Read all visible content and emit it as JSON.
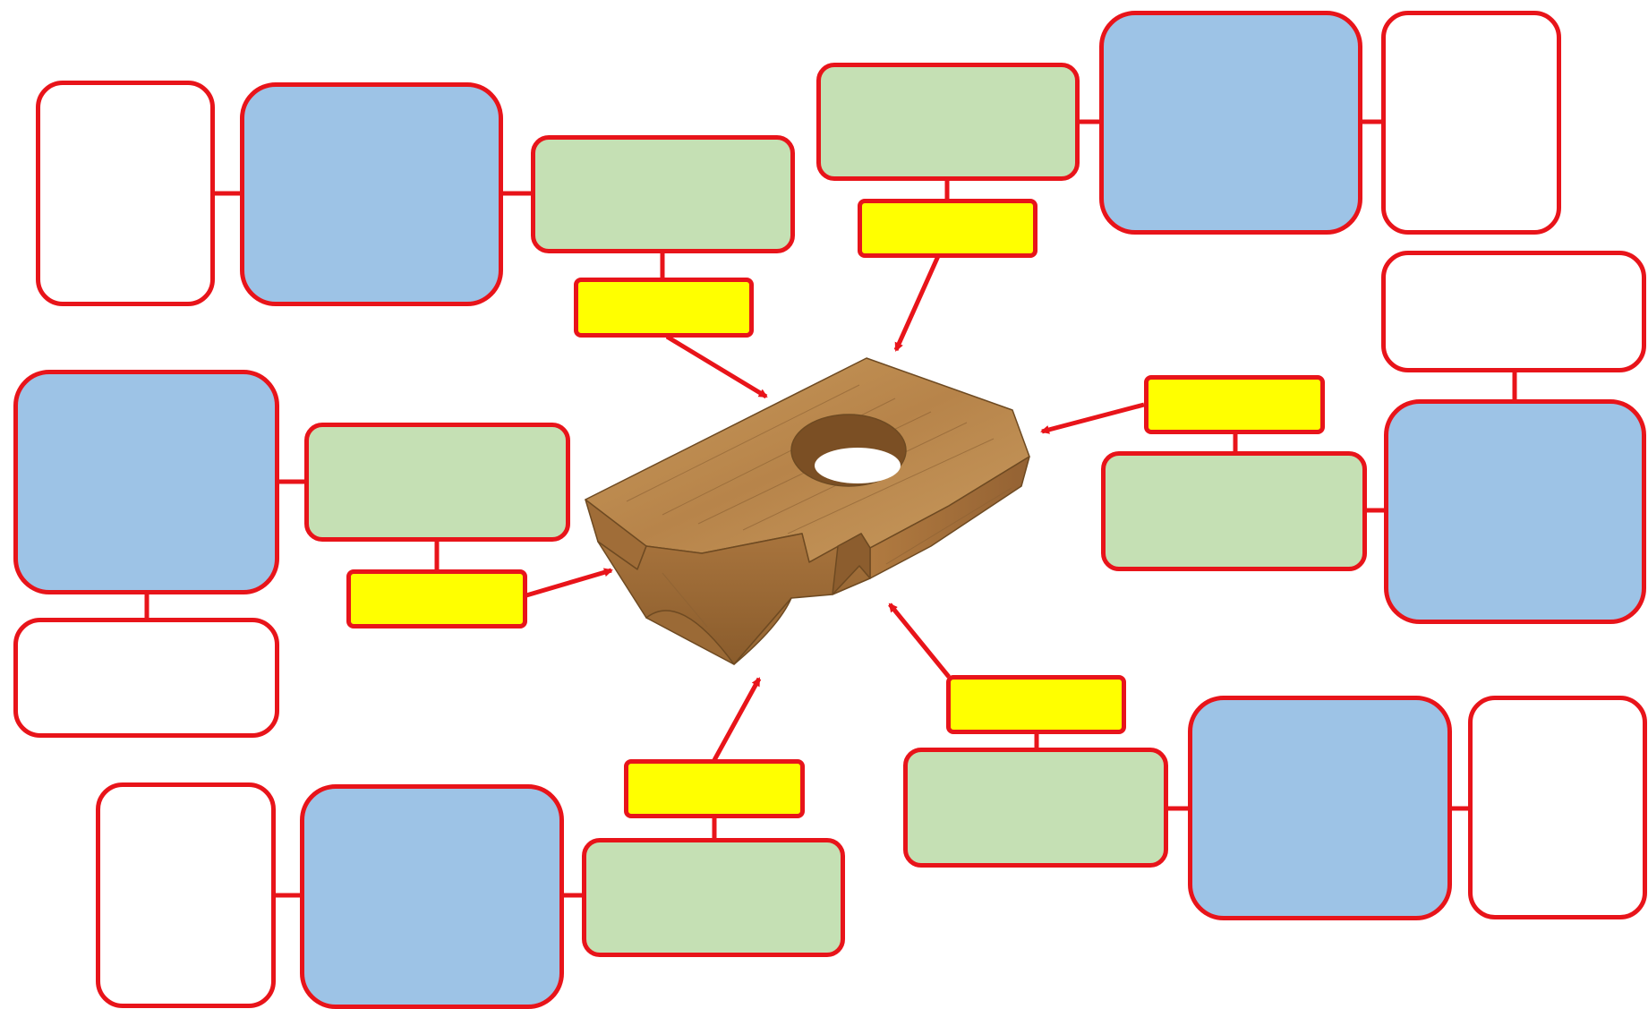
{
  "diagram": {
    "center_object": "wooden-block-3d-icon",
    "colors": {
      "border": "#e8141a",
      "blue_fill": "#9dc3e6",
      "green_fill": "#c5e0b4",
      "yellow_fill": "#ffff00",
      "white_fill": "#ffffff",
      "wood_light": "#c99a5b",
      "wood_mid": "#a8743d",
      "wood_dark": "#6e4a22"
    },
    "label_groups": [
      {
        "id": "top-left",
        "white": "",
        "blue": "",
        "green": "",
        "yellow": ""
      },
      {
        "id": "top-center",
        "white": "",
        "blue": "",
        "green": "",
        "yellow": ""
      },
      {
        "id": "middle-left",
        "white": "",
        "blue": "",
        "green": "",
        "yellow": ""
      },
      {
        "id": "right",
        "white": "",
        "blue": "",
        "green": "",
        "yellow": ""
      },
      {
        "id": "bottom-left",
        "white": "",
        "blue": "",
        "green": "",
        "yellow": ""
      },
      {
        "id": "bottom-right",
        "white": "",
        "blue": "",
        "green": "",
        "yellow": ""
      }
    ]
  }
}
